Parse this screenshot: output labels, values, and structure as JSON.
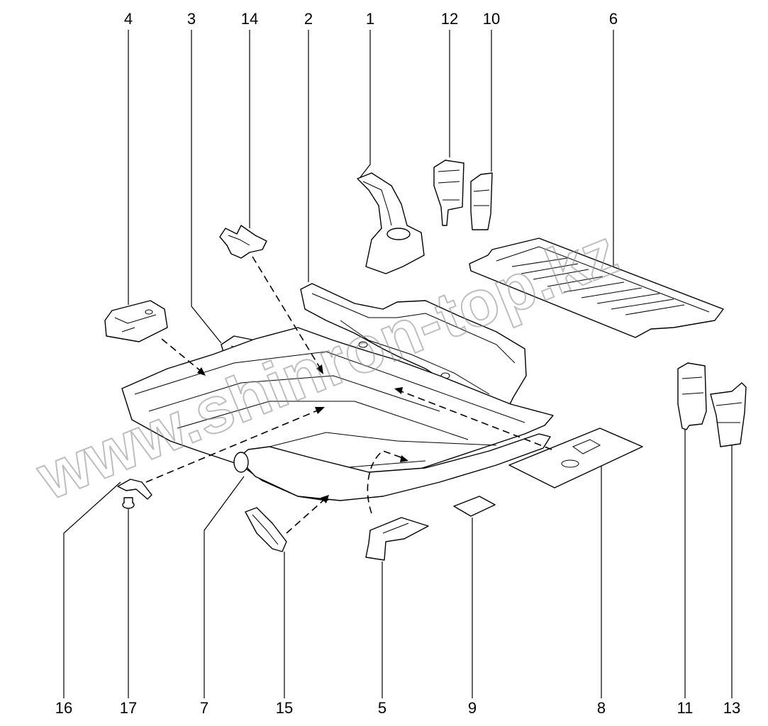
{
  "watermark": "www.shinron-top.kz",
  "callouts": {
    "top": [
      "4",
      "3",
      "14",
      "2",
      "1",
      "12",
      "10",
      "6"
    ],
    "bottom": [
      "16",
      "17",
      "7",
      "15",
      "5",
      "9",
      "8",
      "11",
      "13"
    ]
  }
}
